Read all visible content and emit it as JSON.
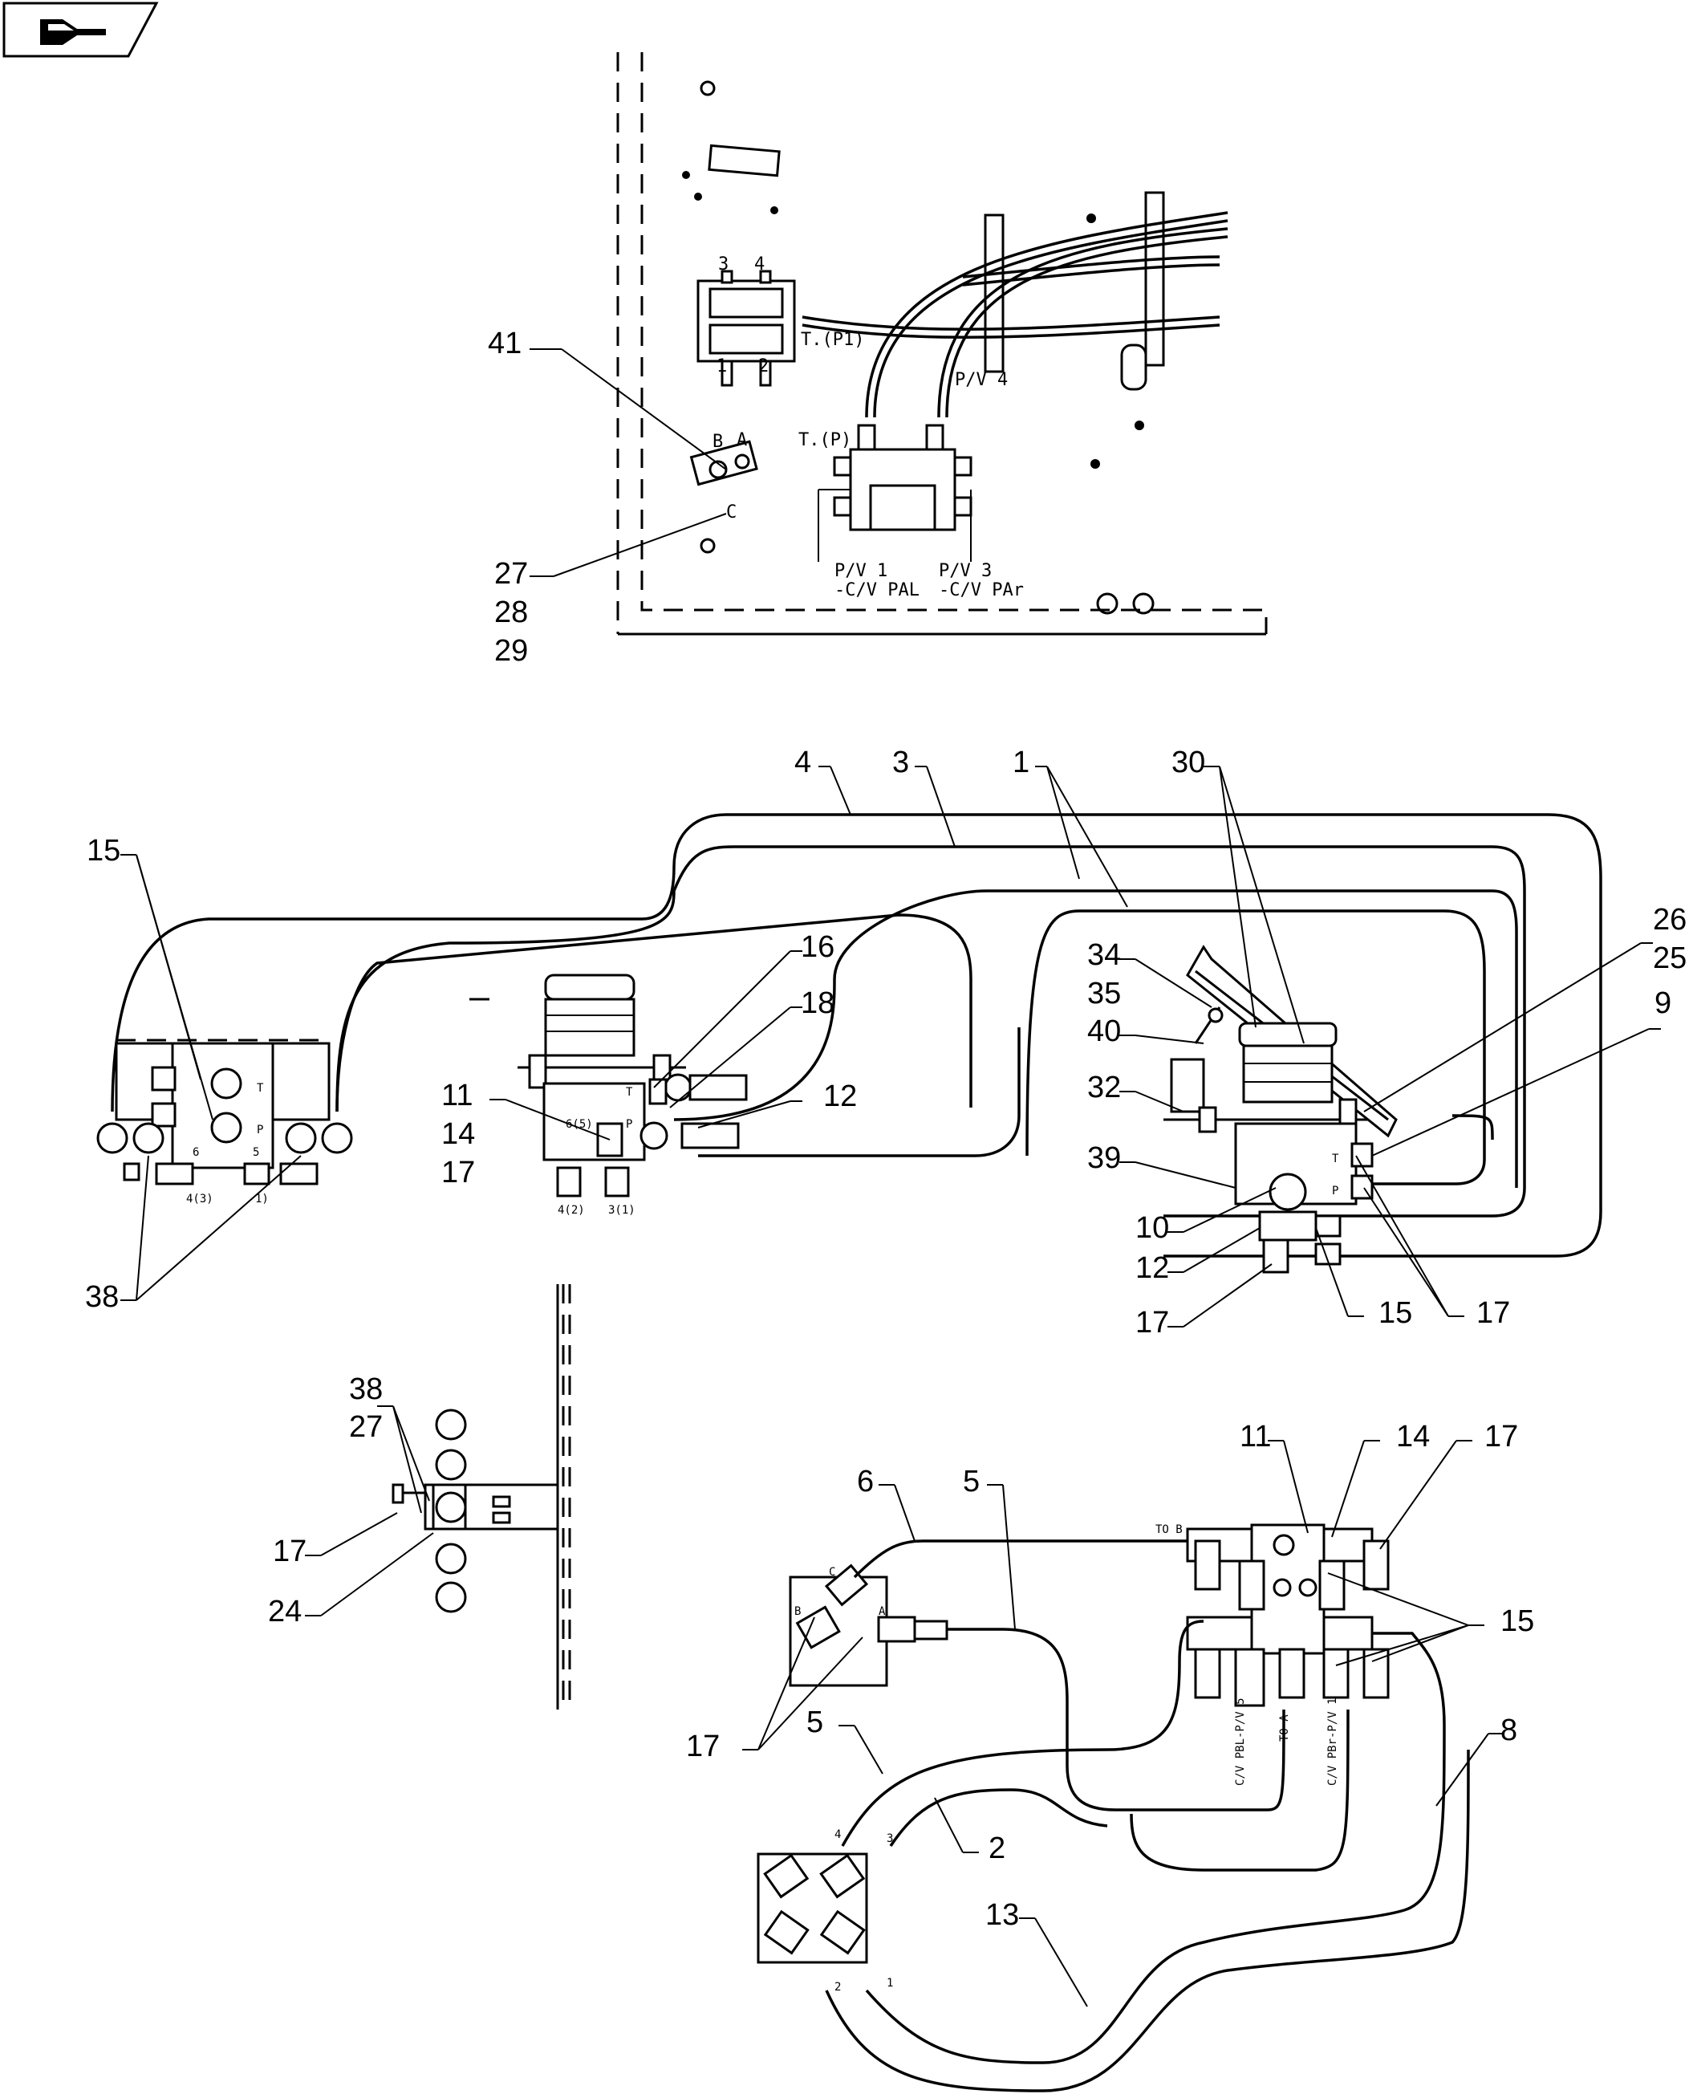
{
  "nav_icon": "next-page-arrow-icon",
  "top_view": {
    "port_labels": {
      "p3": "3",
      "p4": "4",
      "p1": "1",
      "p2": "2",
      "t_p1": "T.(P1)",
      "pv4": "P/V 4",
      "b": "B",
      "a": "A",
      "t_p": "T.(P)",
      "c": "C",
      "pv1": "P/V 1",
      "cv_pal": "-C/V PAL",
      "pv3": "P/V 3",
      "cv_par": "-C/V PAr"
    },
    "callouts": {
      "c41": "41",
      "c27": "27",
      "c28": "28",
      "c29": "29"
    }
  },
  "middle_view": {
    "callouts": {
      "c4": "4",
      "c3": "3",
      "c1": "1",
      "c30": "30",
      "c15a": "15",
      "c16": "16",
      "c18": "18",
      "c12a": "12",
      "c11": "11",
      "c14": "14",
      "c17a": "17",
      "c34": "34",
      "c35": "35",
      "c40": "40",
      "c32": "32",
      "c26": "26",
      "c25": "25",
      "c9": "9",
      "c39": "39",
      "c10": "10",
      "c12b": "12",
      "c17b": "17",
      "c15b": "15",
      "c17c": "17",
      "c38": "38"
    },
    "port_labels": {
      "t1": "T",
      "p1": "P",
      "n6": "6",
      "n5": "5",
      "n4_3": "4(3)",
      "n1": "1)",
      "t2": "T",
      "p2": "P",
      "n6_5": "6(5)",
      "n4_2": "4(2)",
      "n3_1": "3(1)",
      "t3": "T",
      "p3": "P"
    }
  },
  "lower_left_view": {
    "callouts": {
      "c38": "38",
      "c27": "27",
      "c17": "17",
      "c24": "24"
    }
  },
  "lower_right_view": {
    "callouts": {
      "c6": "6",
      "c5a": "5",
      "c11": "11",
      "c14": "14",
      "c17a": "17",
      "c15": "15",
      "c17b": "17",
      "c5b": "5",
      "c2": "2",
      "c8": "8",
      "c13": "13"
    },
    "port_labels": {
      "to_b": "TO B",
      "c": "C",
      "b": "B",
      "a": "A",
      "cv_pbl": "C/V PBL-P/V 5",
      "to_a": "TO A",
      "cv_pbr": "C/V PBr-P/V 1",
      "n4": "4",
      "n3": "3",
      "n2": "2",
      "n1": "1"
    }
  }
}
